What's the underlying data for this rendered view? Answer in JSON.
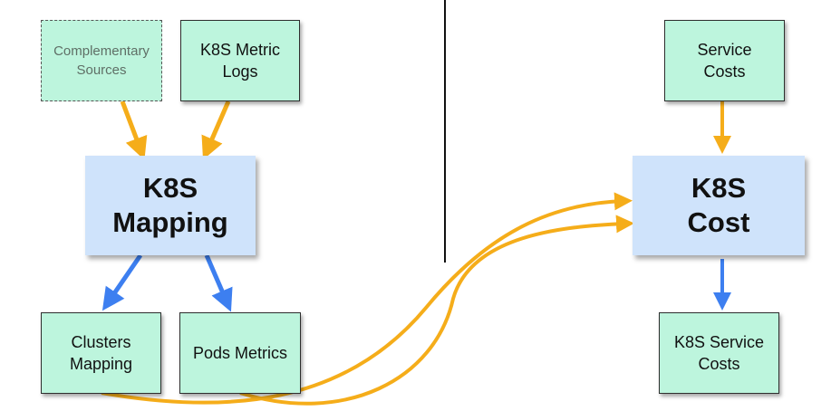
{
  "nodes": {
    "complementary_sources": "Complementary\nSources",
    "k8s_metric_logs": "K8S Metric\nLogs",
    "k8s_mapping": "K8S\nMapping",
    "clusters_mapping": "Clusters\nMapping",
    "pods_metrics": "Pods Metrics",
    "service_costs": "Service\nCosts",
    "k8s_cost": "K8S\nCost",
    "k8s_service_costs": "K8S Service\nCosts"
  },
  "colors": {
    "source_node": "#bdf5dd",
    "process_node": "#cfe3fb",
    "orange_arrow": "#f5ad1a",
    "blue_arrow": "#3d7ff0",
    "divider": "#111111"
  }
}
